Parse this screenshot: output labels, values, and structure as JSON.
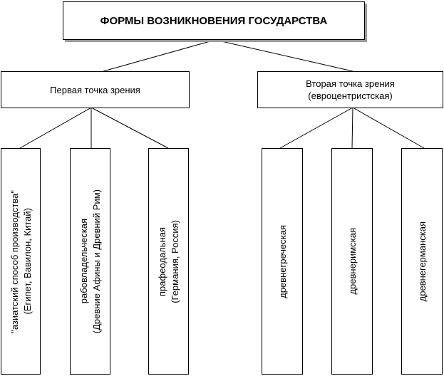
{
  "title": "ФОРМЫ ВОЗНИКНОВЕНИЯ ГОСУДАРСТВА",
  "first_view": {
    "label": "Первая точка зрения",
    "items": [
      {
        "line1": "\"азиатский способ производства\"",
        "line2": "(Египет, Вавилон, Китай)"
      },
      {
        "line1": "рабовладельческая",
        "line2": "(Древние Афины и Древний Рим)"
      },
      {
        "line1": "прафеодальная",
        "line2": "(Германия, Россия)"
      }
    ]
  },
  "second_view": {
    "label_line1": "Вторая точка зрения",
    "label_line2": "(евроцентристская)",
    "items": [
      {
        "line1": "древнегреческая"
      },
      {
        "line1": "древнеримская"
      },
      {
        "line1": "древнегерманская"
      }
    ]
  }
}
